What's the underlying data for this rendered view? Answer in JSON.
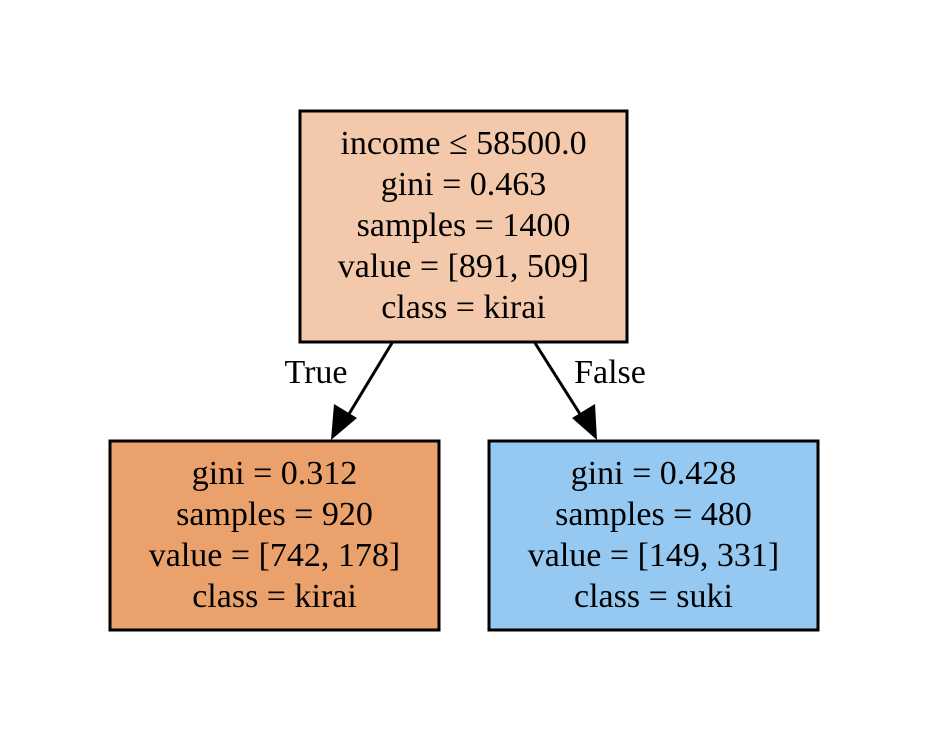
{
  "diagram": {
    "type": "decision-tree",
    "colors": {
      "root_fill": "#f4c9ab",
      "left_fill": "#eba16b",
      "right_fill": "#95c9f1",
      "border": "#000000",
      "edge": "#000000"
    },
    "nodes": [
      {
        "id": "root",
        "lines": [
          "income ≤ 58500.0",
          "gini = 0.463",
          "samples = 1400",
          "value = [891, 509]",
          "class = kirai"
        ]
      },
      {
        "id": "left",
        "lines": [
          "gini = 0.312",
          "samples = 920",
          "value = [742, 178]",
          "class = kirai"
        ]
      },
      {
        "id": "right",
        "lines": [
          "gini = 0.428",
          "samples = 480",
          "value = [149, 331]",
          "class = suki"
        ]
      }
    ],
    "edges": [
      {
        "from": "root",
        "to": "left",
        "label": "True"
      },
      {
        "from": "root",
        "to": "right",
        "label": "False"
      }
    ]
  }
}
